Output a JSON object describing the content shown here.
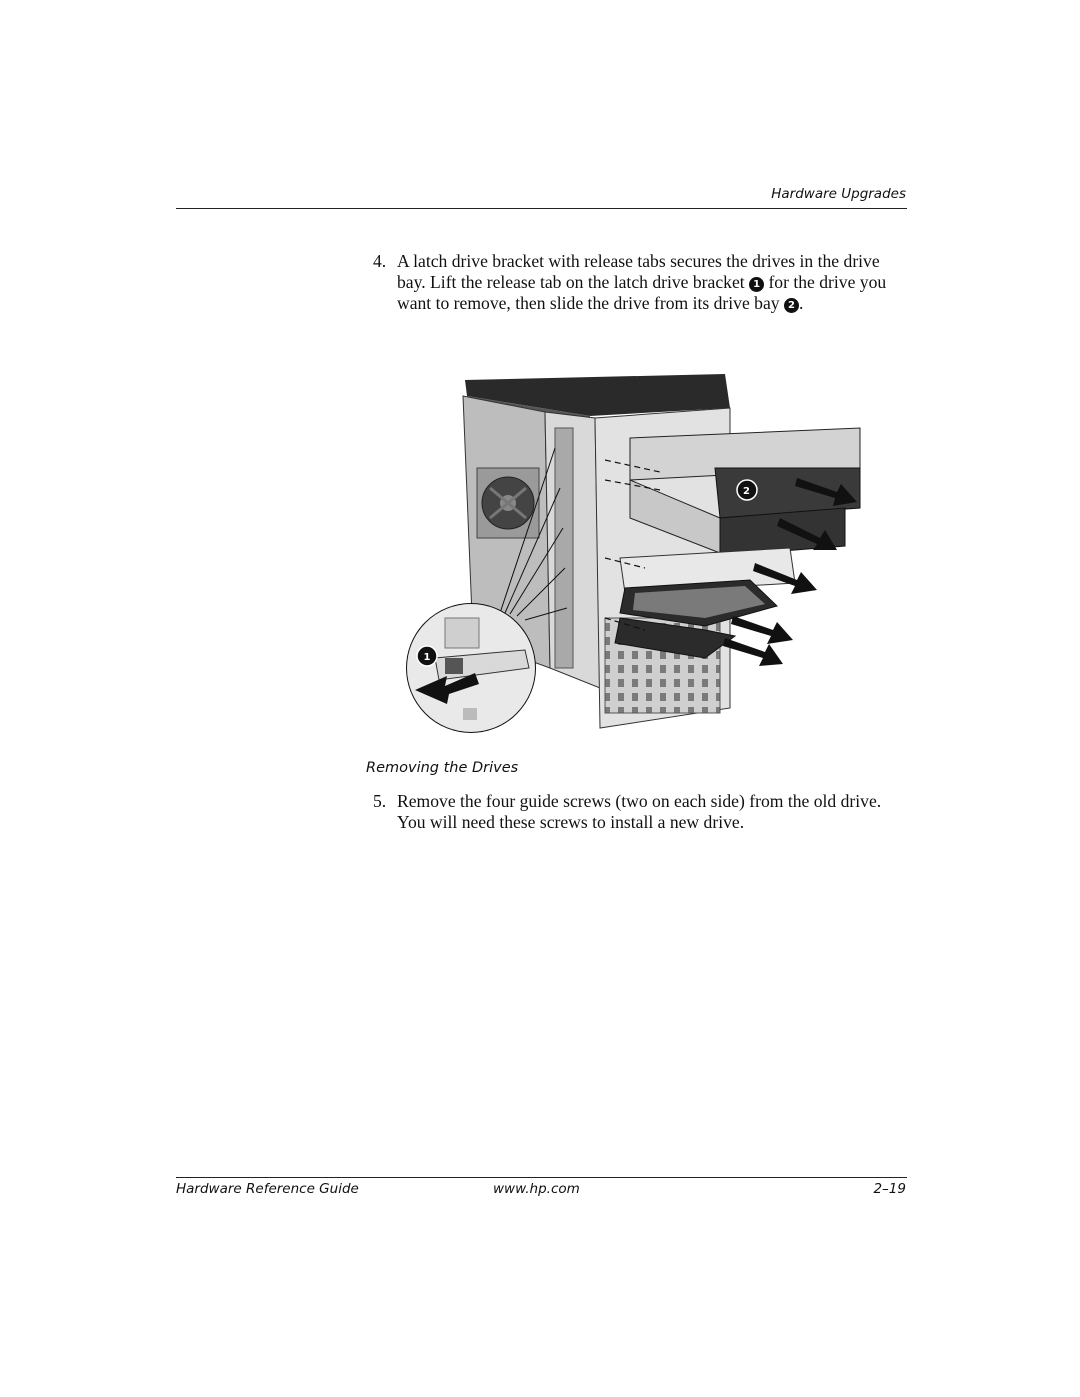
{
  "header": {
    "section_title": "Hardware Upgrades"
  },
  "steps": [
    {
      "number": "4.",
      "text_part1": "A latch drive bracket with release tabs secures the drives in the drive bay. Lift the release tab on the latch drive bracket",
      "callout1": "1",
      "text_part2": "for the drive you want to remove, then slide the drive from its drive bay",
      "callout2": "2",
      "text_part3": "."
    },
    {
      "number": "5.",
      "text": "Remove the four guide screws (two on each side) from the old drive. You will need these screws to install a new drive."
    }
  ],
  "figure": {
    "caption": "Removing the Drives",
    "callout_labels": [
      "1",
      "2"
    ]
  },
  "footer": {
    "left": "Hardware Reference Guide",
    "center": "www.hp.com",
    "right": "2–19"
  }
}
